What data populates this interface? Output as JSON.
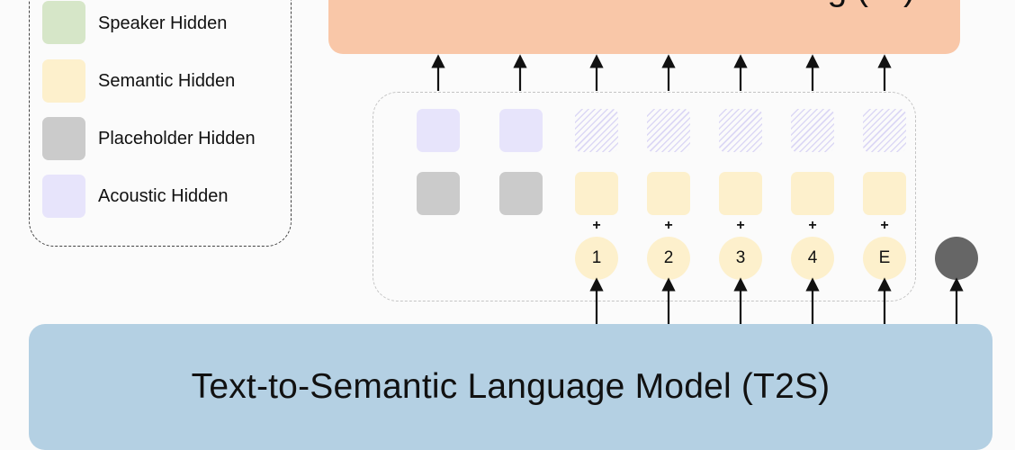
{
  "legend": {
    "items": [
      {
        "label": "Speaker Hidden",
        "color": "#d6e6c8"
      },
      {
        "label": "Semantic Hidden",
        "color": "#fdf0cc"
      },
      {
        "label": "Placeholder Hidden",
        "color": "#cbcbcb"
      },
      {
        "label": "Acoustic Hidden",
        "color": "#e7e4fb"
      }
    ]
  },
  "top_model": {
    "title": "g (…)",
    "color": "#f9c7a8"
  },
  "bottom_model": {
    "title": "Text-to-Semantic Language Model (T2S)",
    "color": "#b4d0e3"
  },
  "tokens": {
    "plus": "+",
    "labels": [
      "1",
      "2",
      "3",
      "4",
      "E"
    ]
  },
  "end_token_color": "#666666"
}
